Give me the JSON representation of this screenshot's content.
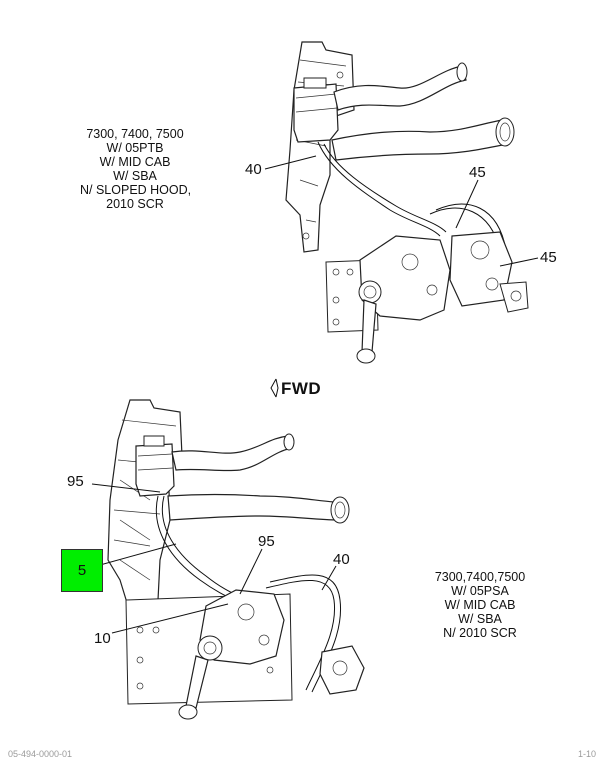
{
  "upper_view": {
    "note_lines": [
      "7300, 7400, 7500",
      "W/ 05PTB",
      "W/ MID CAB",
      "W/ SBA",
      "N/ SLOPED HOOD,",
      "2010 SCR"
    ],
    "callouts": [
      "40",
      "45",
      "45"
    ]
  },
  "direction": {
    "label": "FWD"
  },
  "lower_view": {
    "note_lines": [
      "7300,7400,7500",
      "W/ 05PSA",
      "W/ MID CAB",
      "W/ SBA",
      "N/ 2010 SCR"
    ],
    "callouts": [
      "95",
      "95",
      "10",
      "40"
    ],
    "highlighted_callout": {
      "label": "5",
      "color": "#00ee00"
    }
  },
  "footer": {
    "left": "05-494-0000-01",
    "right": "1-10"
  }
}
